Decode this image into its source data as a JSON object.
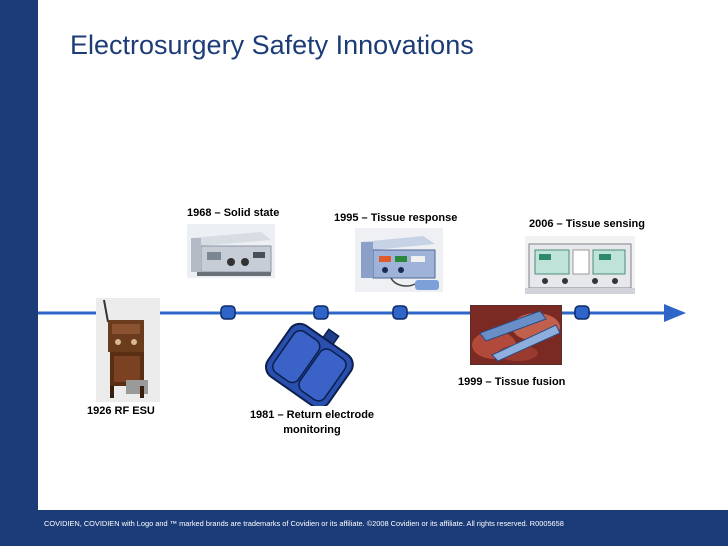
{
  "slide": {
    "title": "Electrosurgery Safety Innovations",
    "footer": "COVIDIEN, COVIDIEN with Logo and ™ marked brands are trademarks of Covidien or its affiliate. ©2008 Covidien or its affiliate. All rights reserved. R0005658"
  },
  "milestones": {
    "m1926": "1926 RF ESU",
    "m1968": "1968 – Solid state",
    "m1981": "1981 – Return electrode monitoring",
    "m1995": "1995 – Tissue response",
    "m1999": "1999 – Tissue fusion",
    "m2006": "2006 – Tissue sensing"
  },
  "colors": {
    "brand_blue": "#1b3c78",
    "timeline_blue": "#2f64c8"
  }
}
